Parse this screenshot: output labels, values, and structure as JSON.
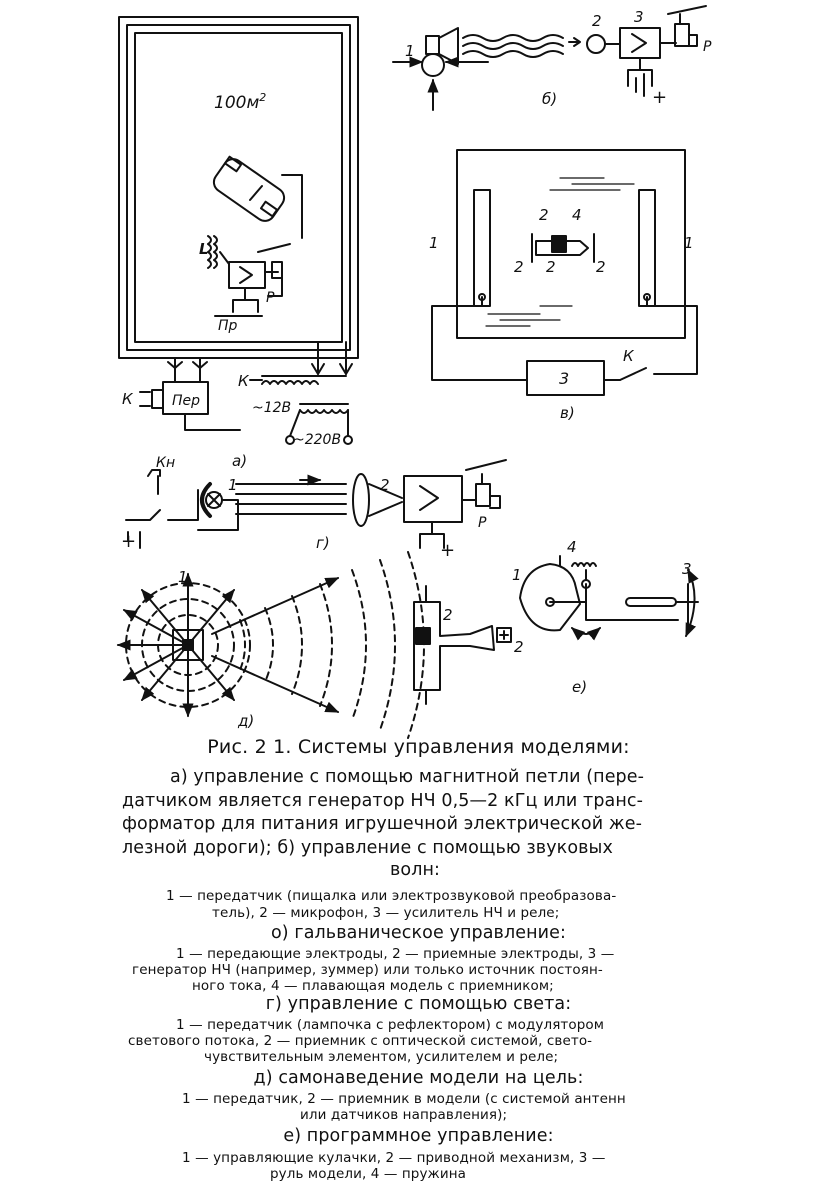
{
  "figure": {
    "labels": {
      "area": "100м",
      "area_sup": "2",
      "L": "L",
      "P": "P",
      "Pr": "Пр",
      "K": "К",
      "Per": "Пер",
      "v12": "~12В",
      "v220": "~220В",
      "n1": "1",
      "n2": "2",
      "n3": "3",
      "n4": "4",
      "Kn": "Кн",
      "three_box": "3",
      "plus": "+"
    },
    "panel_letters": {
      "a": "а)",
      "b": "б)",
      "v": "в)",
      "g": "г)",
      "d": "д)",
      "e": "е)"
    }
  },
  "caption": {
    "title": "Рис. 2 1. Системы управления моделями:",
    "a_lines": [
      "а) управление с помощью магнитной  петли (пере-",
      "датчиком является генератор НЧ 0,5—2 кГц или транс-",
      "форматор для питания игрушечной  электрической  же-",
      "лезной дороги); б)  управление   с  помощью  звуковых",
      "волн:"
    ],
    "b_items": [
      "1 — передатчик (пищалка или электрозвуковой преобразова-",
      "тель), 2 — микрофон, 3 — усилитель НЧ и реле;"
    ],
    "v_head": "о) гальваническое управление:",
    "v_items": [
      "1 — передающие электроды, 2 — приемные электроды, 3 —",
      "генератор НЧ (например, зуммер) или только источник постоян-",
      "ного тока, 4 — плавающая модель с приемником;"
    ],
    "g_head": "г) управление с помощью света:",
    "g_items": [
      "1 — передатчик (лампочка с рефлектором) с модулятором",
      "светового потока, 2 — приемник с оптической системой, свето-",
      "чувствительным элементом, усилителем и реле;"
    ],
    "d_head": "д) самонаведение модели на цель:",
    "d_items": [
      "1 — передатчик, 2 — приемник в модели (с системой антенн",
      "или датчиков направления);"
    ],
    "e_head": "е) программное управление:",
    "e_items": [
      "1 — управляющие  кулачки, 2 — приводной  механизм, 3 —",
      "руль модели, 4 — пружина"
    ]
  }
}
